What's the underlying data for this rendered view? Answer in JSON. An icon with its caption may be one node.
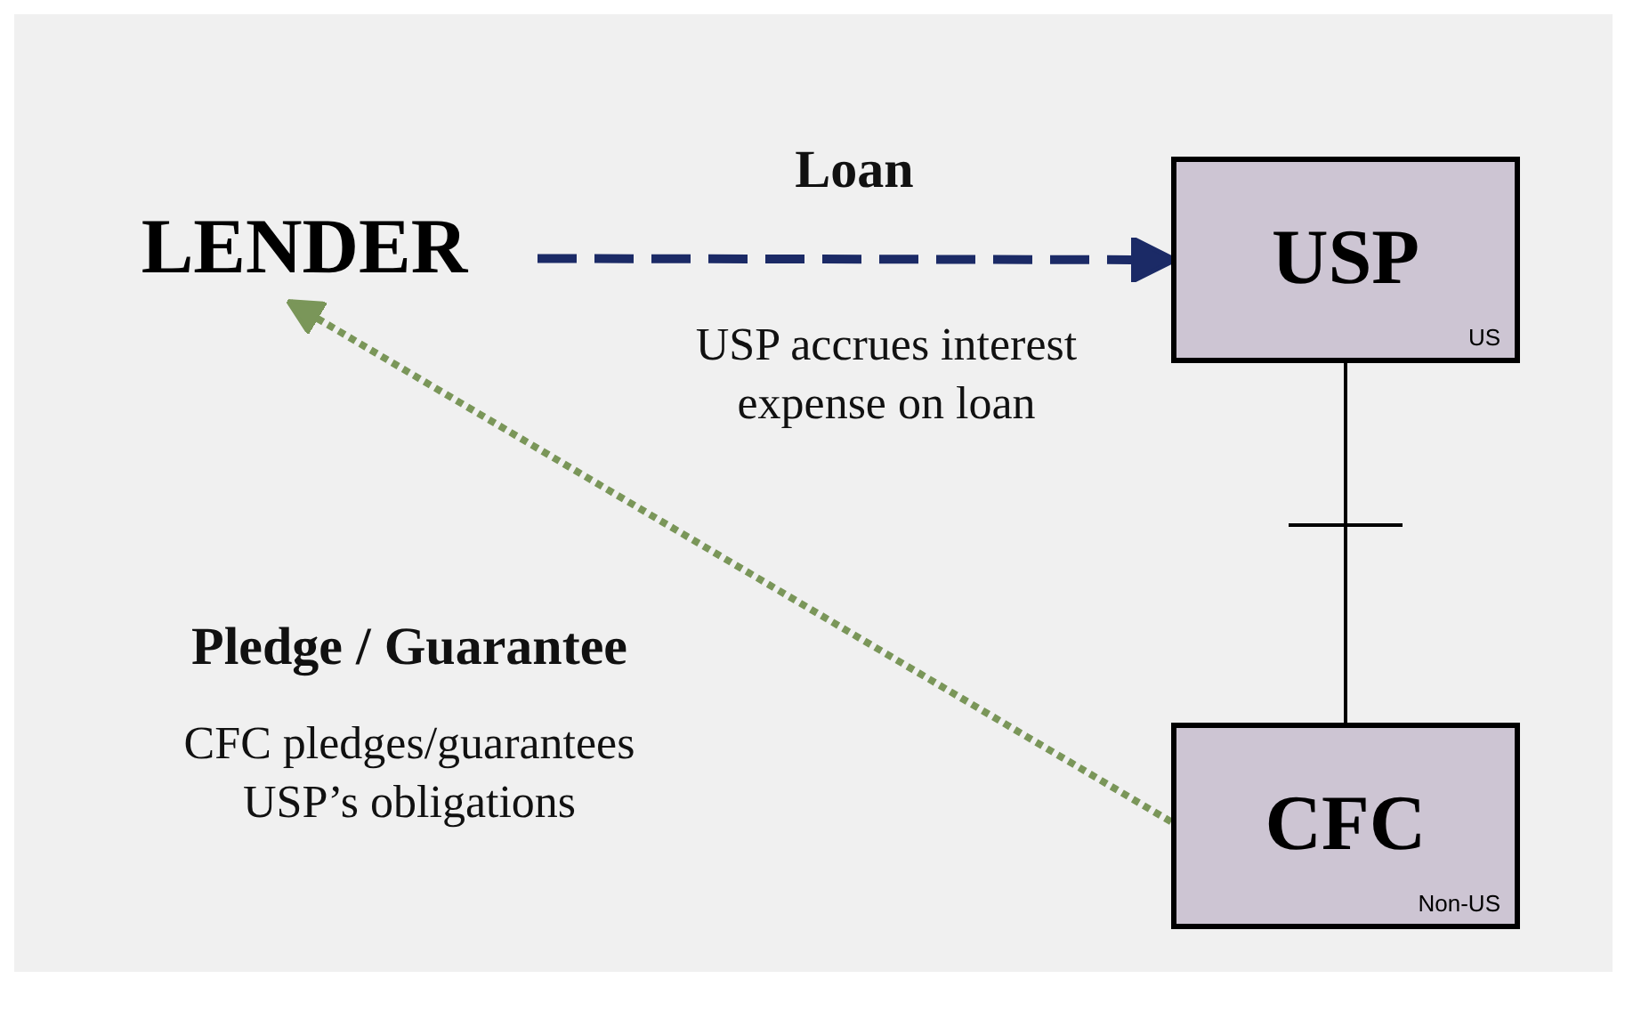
{
  "diagram": {
    "nodes": [
      {
        "text": [
          "LENDER"
        ]
      },
      {
        "text": [
          "USP",
          "US"
        ]
      },
      {
        "text": [
          "CFC",
          "Non-US"
        ]
      }
    ],
    "edges": [
      {
        "from": 0,
        "to": 1,
        "arrow": "to",
        "label": "Loan",
        "style": "dashed",
        "color": "#1b2a66"
      },
      {
        "from": 2,
        "to": 0,
        "arrow": "to",
        "style": "dashed",
        "color": "#7a9659"
      },
      {
        "from": 1,
        "to": 2,
        "arrow": "none",
        "color": "#000000"
      }
    ],
    "labels": [
      "USP accrues interest expense on loan",
      "Pledge / Guarantee",
      "CFC pledges/guarantees USP’s obligations"
    ]
  }
}
